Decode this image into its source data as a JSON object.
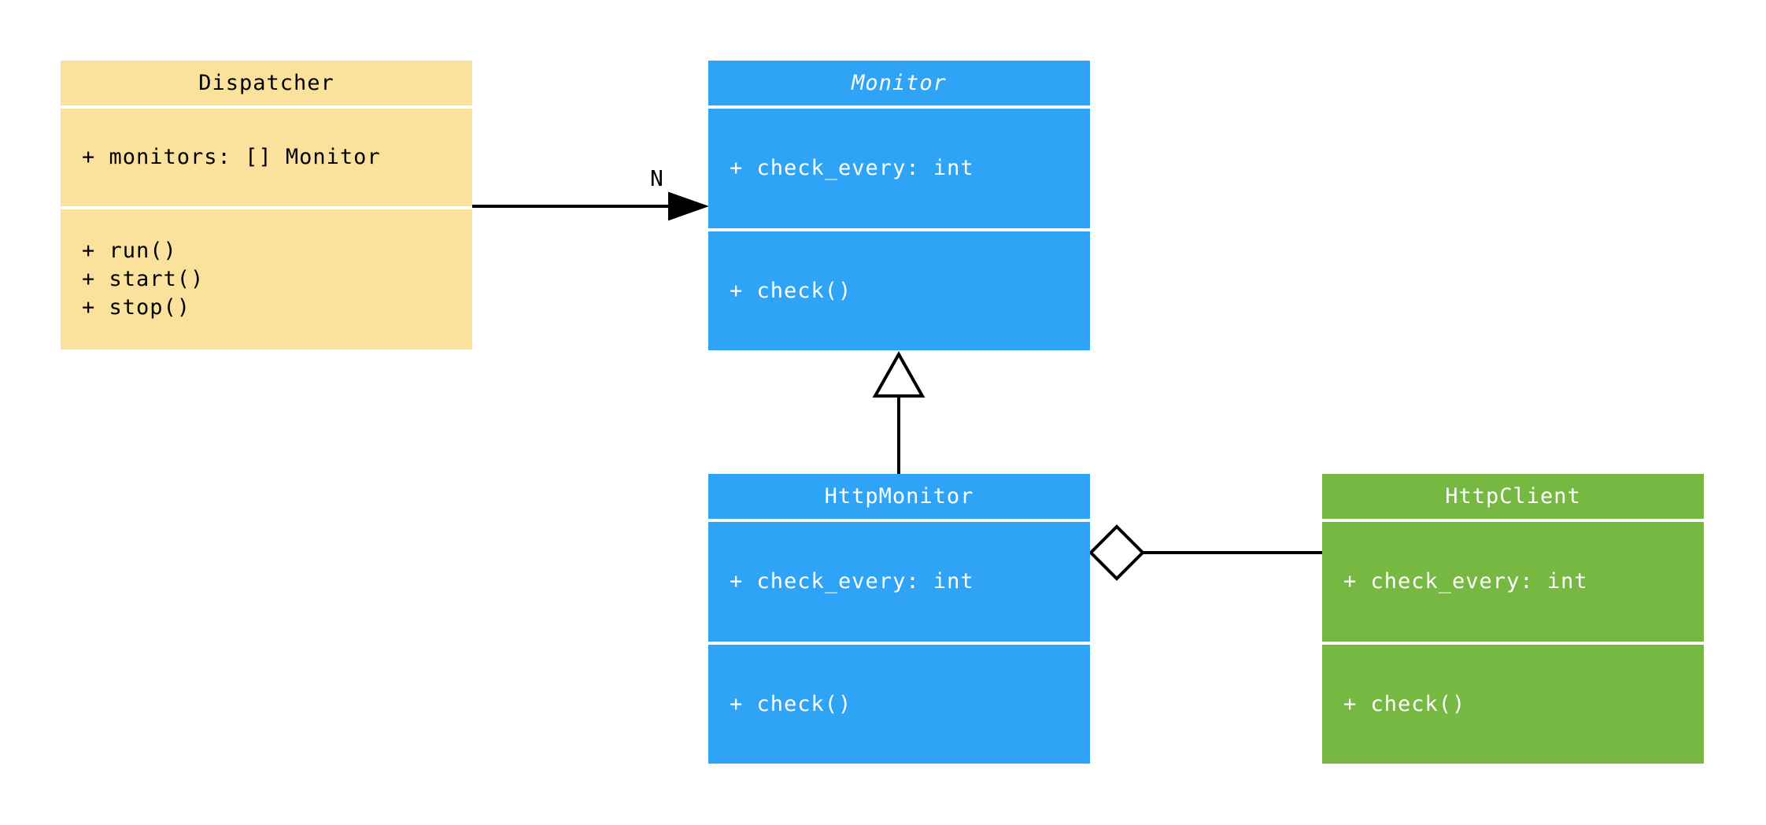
{
  "diagram": {
    "kind": "uml-class-diagram",
    "classes": [
      {
        "name": "Dispatcher",
        "title": "Dispatcher",
        "abstract": false,
        "fill_color": "#FAE29C",
        "text_color": "#000000",
        "attributes": [
          "+ monitors: [] Monitor"
        ],
        "methods": [
          "+ run()",
          "+ start()",
          "+ stop()"
        ]
      },
      {
        "name": "Monitor",
        "title": "Monitor",
        "abstract": true,
        "fill_color": "#2FA4F7",
        "text_color": "#FFFFFF",
        "attributes": [
          "+ check_every: int"
        ],
        "methods": [
          "+ check()"
        ]
      },
      {
        "name": "HttpMonitor",
        "title": "HttpMonitor",
        "abstract": false,
        "fill_color": "#2FA4F7",
        "text_color": "#FFFFFF",
        "attributes": [
          "+ check_every: int"
        ],
        "methods": [
          "+ check()"
        ]
      },
      {
        "name": "HttpClient",
        "title": "HttpClient",
        "abstract": false,
        "fill_color": "#77B843",
        "text_color": "#FFFFFF",
        "attributes": [
          "+ check_every: int"
        ],
        "methods": [
          "+ check()"
        ]
      }
    ],
    "relationships": [
      {
        "from": "Dispatcher",
        "to": "Monitor",
        "type": "directed-association",
        "label": "N"
      },
      {
        "from": "HttpMonitor",
        "to": "Monitor",
        "type": "inheritance",
        "label": ""
      },
      {
        "from": "HttpMonitor",
        "to": "HttpClient",
        "type": "aggregation",
        "label": ""
      }
    ],
    "colors": {
      "background": "#FFFFFF",
      "line": "#000000",
      "yellow": "#FAE29C",
      "blue": "#2FA4F7",
      "green": "#77B843"
    }
  }
}
